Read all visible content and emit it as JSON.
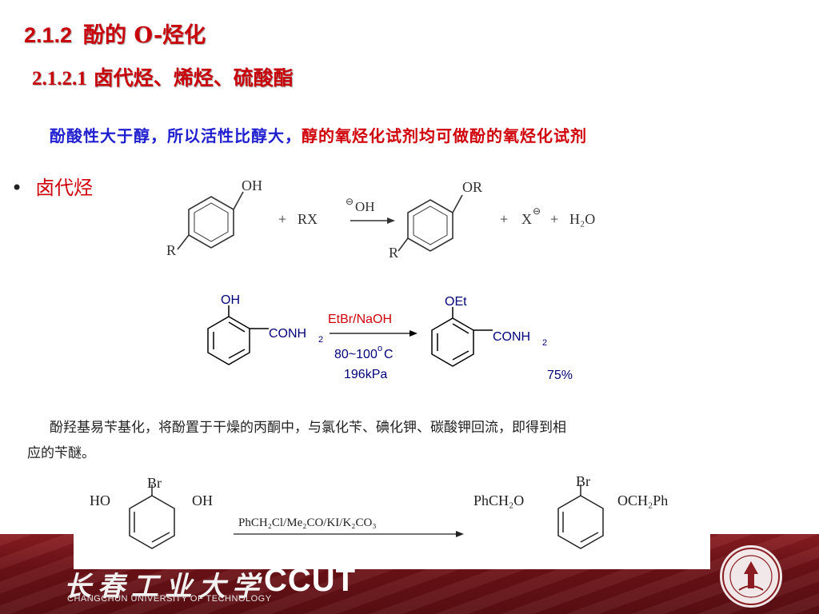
{
  "title": {
    "number": "2.1.2",
    "text": "酚的 O-烃化"
  },
  "subtitle": {
    "number": "2.1.2.1",
    "text": "卤代烃、烯烃、硫酸酯"
  },
  "note": {
    "blue_part": "酚酸性大于醇，所以活性比醇大，",
    "red_part": "醇的氧烃化试剂均可做酚的氧烃化试剂"
  },
  "bullet": {
    "label": "卤代烃"
  },
  "reaction1": {
    "reactant_group": "OH",
    "substituent": "R",
    "plus1": "+",
    "reagent": "RX",
    "catalyst_charge": "⊖",
    "catalyst": "OH",
    "product_group": "OR",
    "plus2": "+",
    "byproduct1": "X",
    "byproduct1_charge": "⊖",
    "plus3": "+",
    "byproduct2": "H₂O"
  },
  "reaction2": {
    "reactant_top": "OH",
    "reactant_side": "CONH",
    "reactant_side_sub": "2",
    "reagent": "EtBr/NaOH",
    "temperature": "80~100",
    "temperature_sup": "o",
    "temperature_unit": "C",
    "pressure": "196kPa",
    "product_top": "OEt",
    "product_side": "CONH",
    "product_side_sub": "2",
    "yield": "75%"
  },
  "paragraph": {
    "line1": "酚羟基易苄基化，将酚置于干燥的丙酮中，与氯化苄、碘化钾、碳酸钾回流，即得到相",
    "line2": "应的苄醚。"
  },
  "reaction3": {
    "reactant_left": "HO",
    "reactant_top": "Br",
    "reactant_right": "OH",
    "conditions": "PhCH₂Cl/Me₂CO/KI/K₂CO₃",
    "product_left": "PhCH₂O",
    "product_top": "Br",
    "product_right": "OCH₂Ph"
  },
  "footer": {
    "logo_cn": "长春工业大学",
    "logo_en": "CCUT",
    "university": "CHANGCHUN UNIVERSITY OF TECHNOLOGY"
  },
  "colors": {
    "title_red": "#c8000a",
    "note_blue": "#1f1fd0",
    "footer_red": "#6d1217"
  }
}
